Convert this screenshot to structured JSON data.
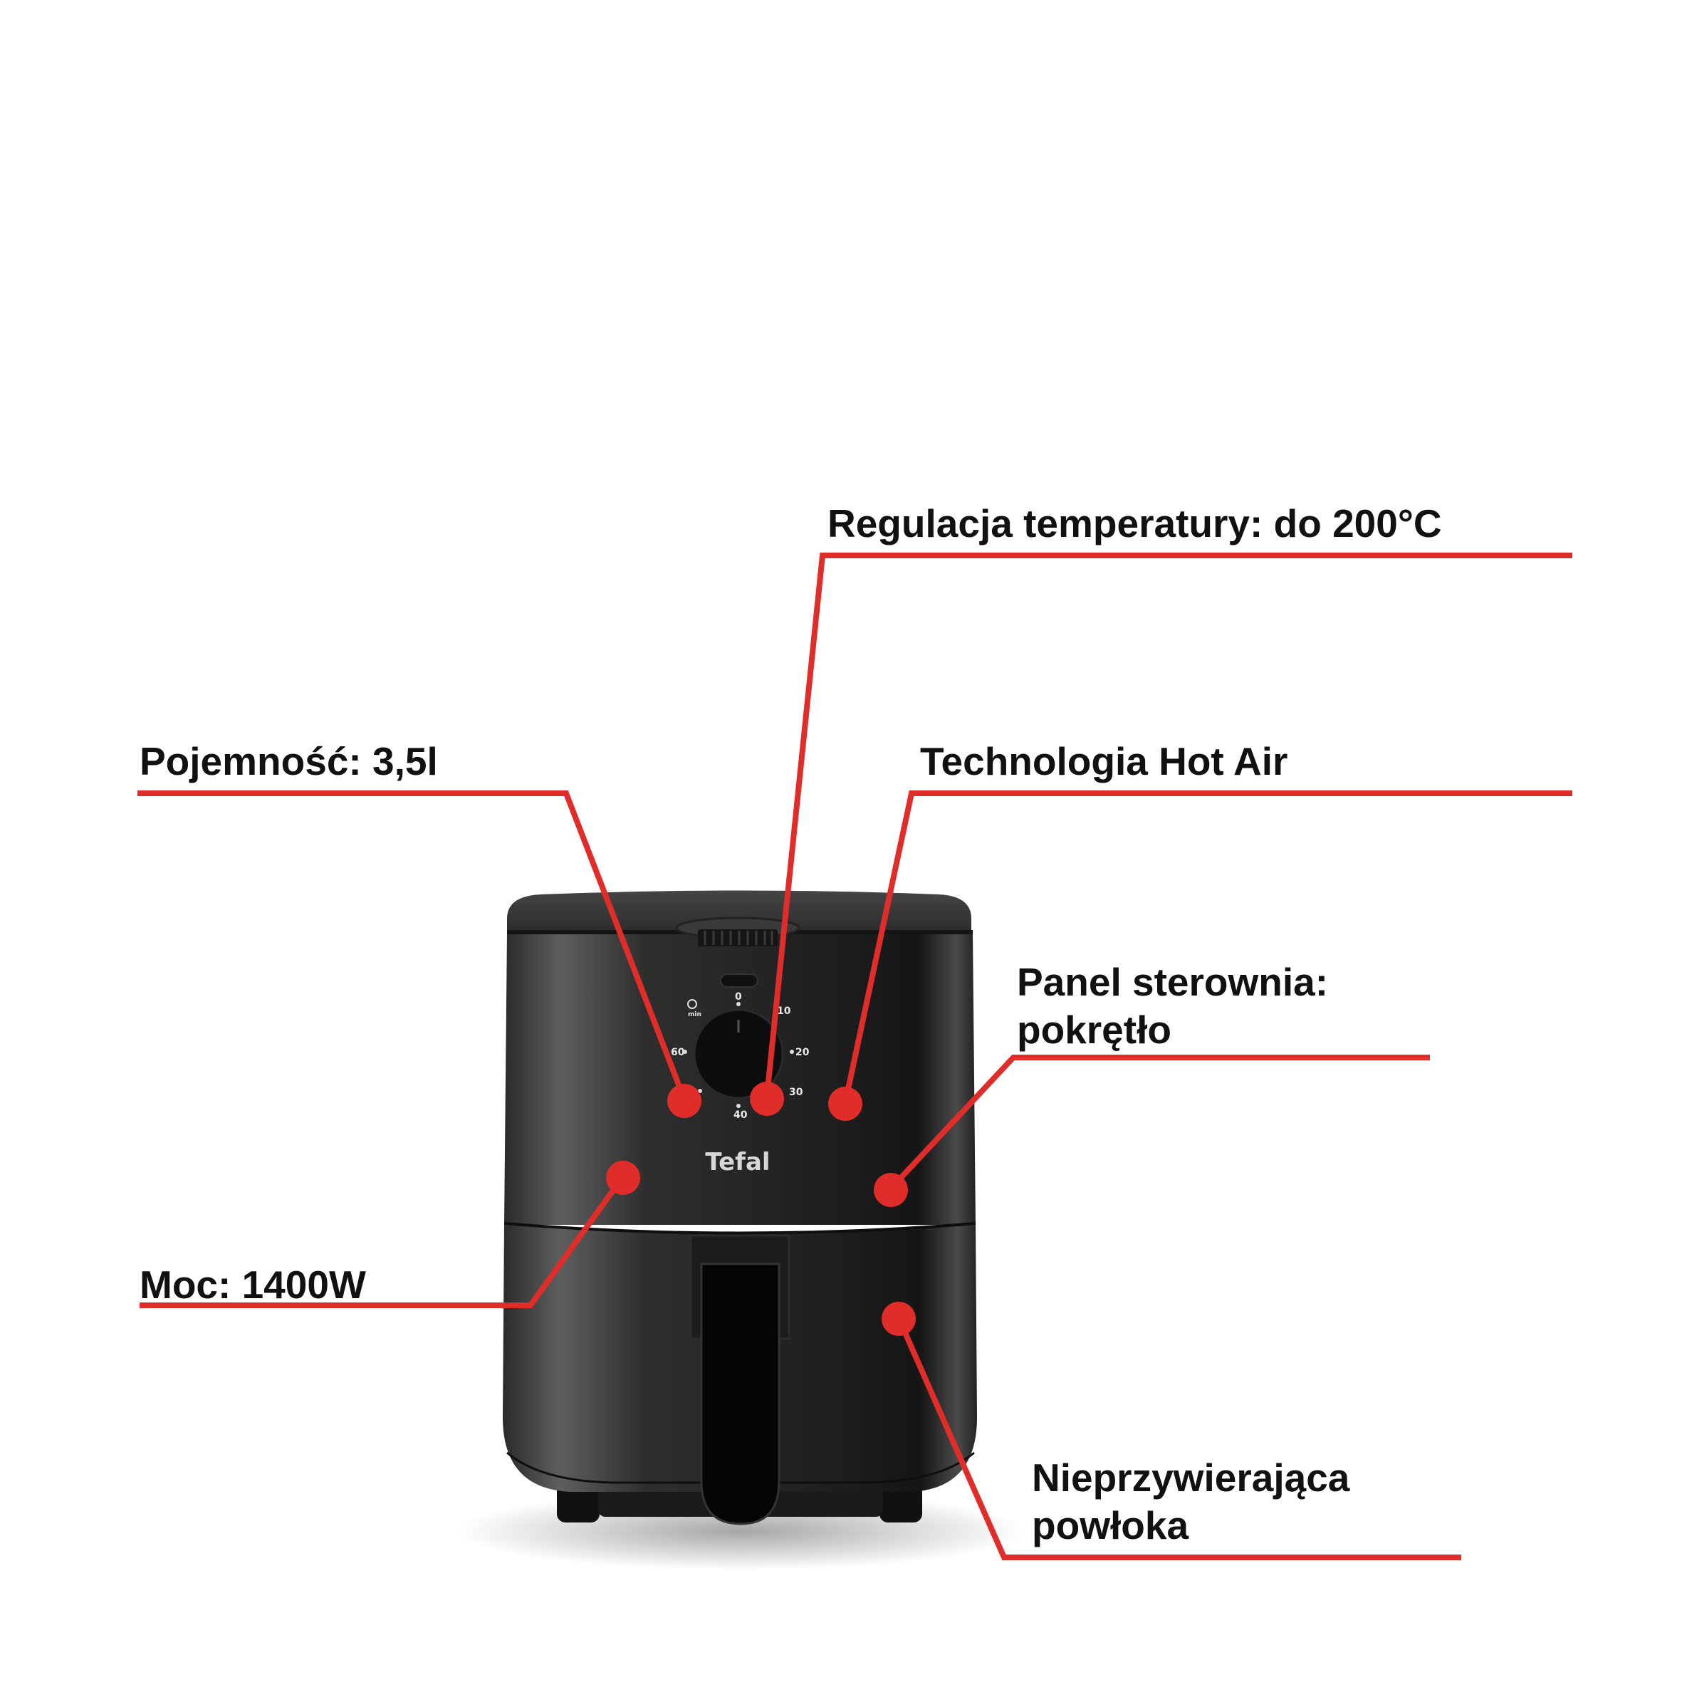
{
  "accent_color": "#e12d2a",
  "product": {
    "brand": "Tefal",
    "color": "#222222",
    "dial": {
      "unit": "min",
      "marks": [
        "0",
        "10",
        "20",
        "30",
        "40",
        "60"
      ],
      "icon": "timer-icon"
    }
  },
  "callouts": [
    {
      "id": "capacity",
      "lines": [
        "Pojemność: 3,5l"
      ]
    },
    {
      "id": "temperature",
      "lines": [
        "Regulacja temperatury: do 200°C"
      ]
    },
    {
      "id": "hot-air",
      "lines": [
        "Technologia Hot Air"
      ]
    },
    {
      "id": "control-panel",
      "lines": [
        "Panel sterownia:",
        "pokrętło"
      ]
    },
    {
      "id": "power",
      "lines": [
        "Moc: 1400W"
      ]
    },
    {
      "id": "non-stick",
      "lines": [
        "Nieprzywierająca",
        "powłoka"
      ]
    }
  ]
}
